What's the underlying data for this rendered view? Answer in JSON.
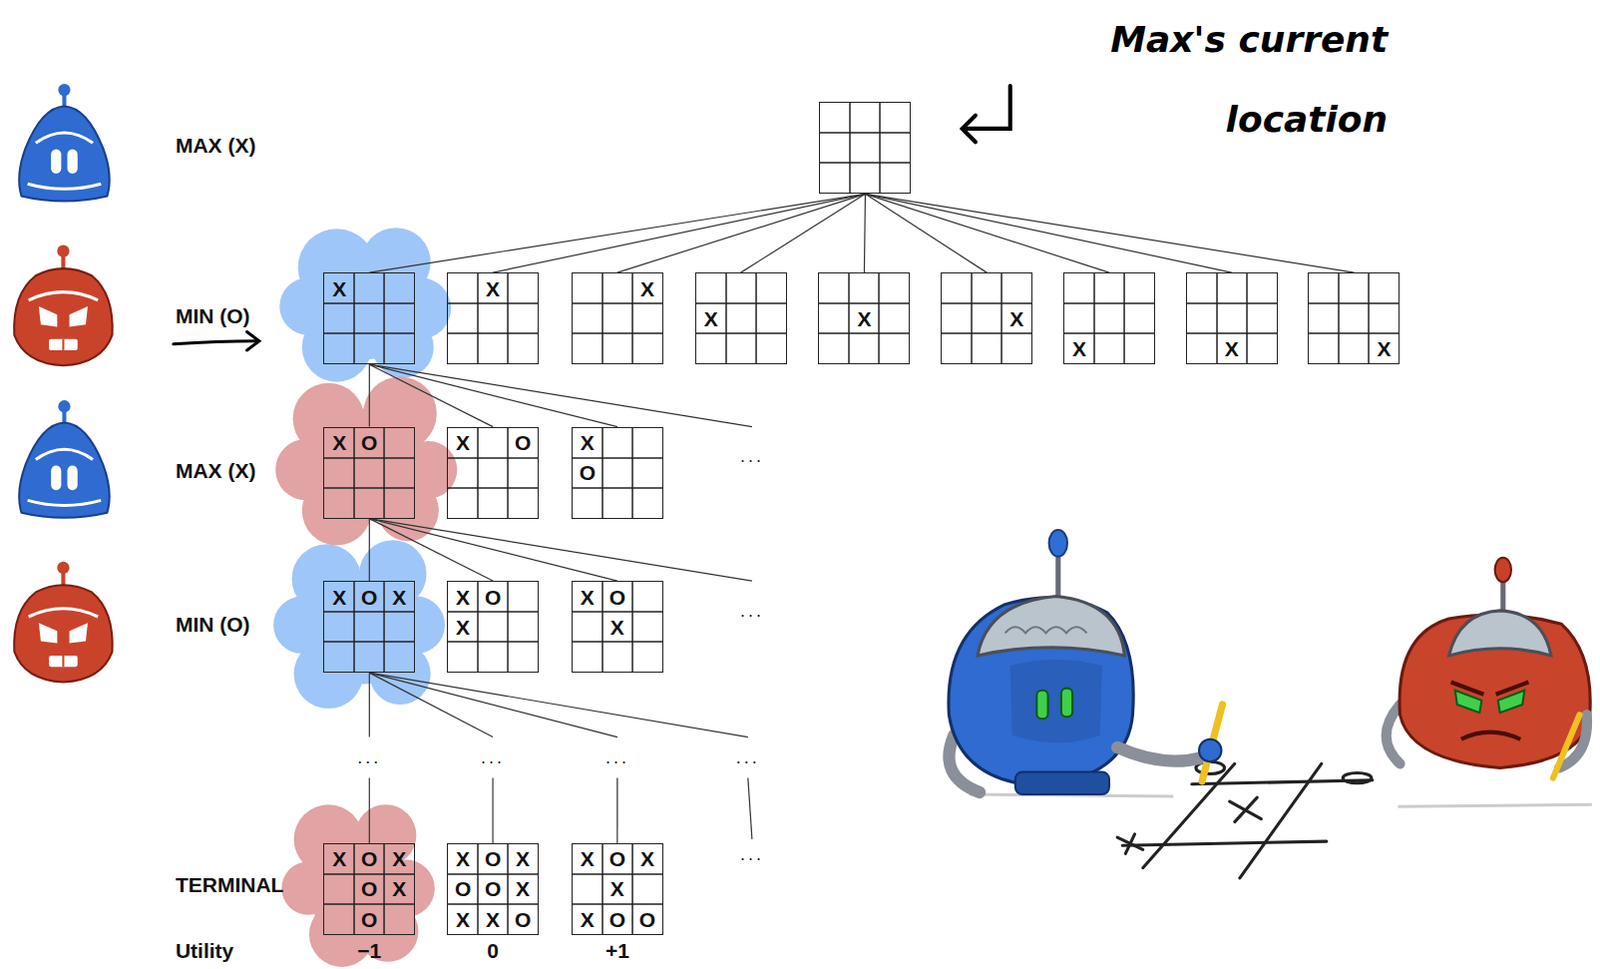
{
  "diagram": {
    "nodes": [
      {
        "text": []
      },
      {
        "text": [
          "X"
        ]
      },
      {
        "text": [
          "X"
        ]
      },
      {
        "text": [
          "X"
        ]
      },
      {
        "text": [
          "X"
        ]
      },
      {
        "text": [
          "X"
        ]
      },
      {
        "text": [
          "X"
        ]
      },
      {
        "text": [
          "X"
        ]
      },
      {
        "text": [
          "X"
        ]
      },
      {
        "text": [
          "X"
        ]
      },
      {
        "text": [
          "X",
          "O"
        ]
      },
      {
        "text": [
          "X",
          "O"
        ]
      },
      {
        "text": [
          "X",
          "O"
        ]
      },
      {
        "text": [
          "..."
        ]
      },
      {
        "text": [
          "X",
          "O",
          "X"
        ]
      },
      {
        "text": [
          "X",
          "O",
          "X"
        ]
      },
      {
        "text": [
          "X",
          "O",
          "X"
        ]
      },
      {
        "text": [
          "..."
        ]
      },
      {
        "text": [
          "..."
        ]
      },
      {
        "text": [
          "..."
        ]
      },
      {
        "text": [
          "..."
        ]
      },
      {
        "text": [
          "..."
        ]
      },
      {
        "text": [
          "X",
          "O",
          "X",
          "O",
          "X",
          "O"
        ]
      },
      {
        "text": [
          "X",
          "O",
          "X",
          "O",
          "O",
          "X",
          "X",
          "X",
          "O"
        ]
      },
      {
        "text": [
          "X",
          "O",
          "X",
          "X",
          "X",
          "O",
          "O"
        ]
      },
      {
        "text": [
          "..."
        ]
      }
    ],
    "edges": [
      {
        "from": 0,
        "to": 1,
        "arrow": "none"
      },
      {
        "from": 0,
        "to": 2,
        "arrow": "none"
      },
      {
        "from": 0,
        "to": 3,
        "arrow": "none"
      },
      {
        "from": 0,
        "to": 4,
        "arrow": "none"
      },
      {
        "from": 0,
        "to": 5,
        "arrow": "none"
      },
      {
        "from": 0,
        "to": 6,
        "arrow": "none"
      },
      {
        "from": 0,
        "to": 7,
        "arrow": "none"
      },
      {
        "from": 0,
        "to": 8,
        "arrow": "none"
      },
      {
        "from": 0,
        "to": 9,
        "arrow": "none"
      },
      {
        "from": 1,
        "to": 10,
        "arrow": "none"
      },
      {
        "from": 1,
        "to": 11,
        "arrow": "none"
      },
      {
        "from": 1,
        "to": 12,
        "arrow": "none"
      },
      {
        "from": 1,
        "to": 13,
        "arrow": "none"
      },
      {
        "from": 10,
        "to": 14,
        "arrow": "none"
      },
      {
        "from": 10,
        "to": 15,
        "arrow": "none"
      },
      {
        "from": 10,
        "to": 16,
        "arrow": "none"
      },
      {
        "from": 10,
        "to": 17,
        "arrow": "none"
      },
      {
        "from": 14,
        "to": 18,
        "arrow": "none"
      },
      {
        "from": 14,
        "to": 19,
        "arrow": "none"
      },
      {
        "from": 14,
        "to": 20,
        "arrow": "none"
      },
      {
        "from": 14,
        "to": 21,
        "arrow": "none"
      },
      {
        "from": 18,
        "to": 22,
        "arrow": "none"
      },
      {
        "from": 19,
        "to": 23,
        "arrow": "none"
      },
      {
        "from": 20,
        "to": 24,
        "arrow": "none"
      },
      {
        "from": 21,
        "to": 25,
        "arrow": "none"
      }
    ],
    "labels": [
      "Max's current location",
      "MAX (X)",
      "MIN (O)",
      "MAX (X)",
      "MIN (O)",
      "TERMINAL",
      "Utility",
      "−1",
      "0",
      "+1"
    ]
  }
}
